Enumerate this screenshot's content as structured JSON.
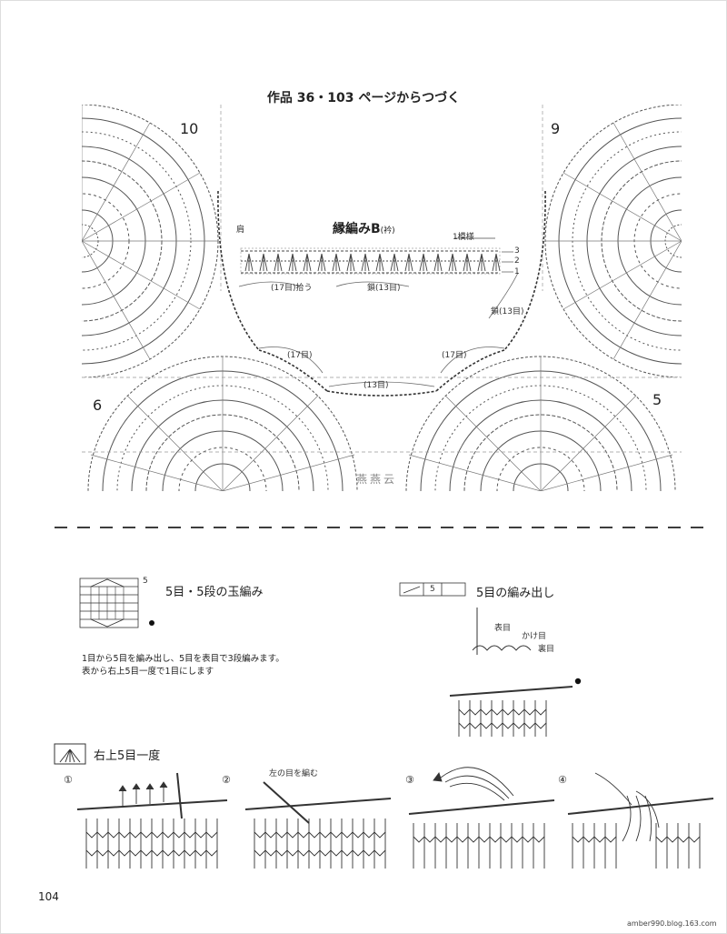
{
  "page": {
    "title": "作品 36・103 ページからつづく",
    "page_number": "104",
    "watermark": "amber990.blog.163.com"
  },
  "top_diagram": {
    "motif_labels": [
      "10",
      "9",
      "6",
      "5"
    ],
    "border": {
      "title": "縁編み",
      "title_letter": "B",
      "title_sub": "(衿)",
      "repeat_label": "1模様",
      "shoulder_label": "肩",
      "row_labels": [
        "3",
        "2",
        "1"
      ],
      "pickup_label": "(17目)拾う",
      "chain_label_center": "鎖(13目)",
      "chain_label_right": "鎖(13目)",
      "label_17_left": "(17目)",
      "label_17_right": "(17目)",
      "label_13_bottom": "(13目)"
    },
    "stamp_text": "燕燕云"
  },
  "bobble": {
    "title": "5目・5段の玉編み",
    "chart_number": "5",
    "note_line1": "1目から5目を編み出し、5目を表目で3段編みます。",
    "note_line2": "表から右上5目一度で1目にします"
  },
  "increase": {
    "title": "5目の編み出し",
    "chart_number": "5",
    "labels": [
      "表目",
      "かけ目",
      "裏目"
    ]
  },
  "decrease": {
    "title": "右上5目一度",
    "steps": [
      "①",
      "②",
      "③",
      "④"
    ],
    "step2_label": "左の目を編む"
  }
}
